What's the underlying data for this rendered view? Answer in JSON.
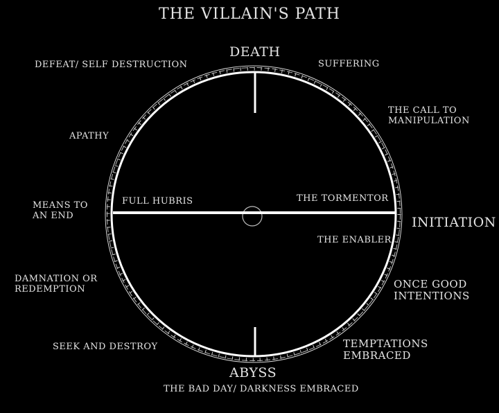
{
  "title": "THE VILLAIN'S PATH",
  "poles": {
    "top": "DEATH",
    "right": "INITIATION",
    "bottom": "ABYSS"
  },
  "stages": [
    {
      "id": "bad-day",
      "label": "THE BAD DAY/ DARKNESS EMBRACED"
    },
    {
      "id": "temptations",
      "label": "TEMPTATIONS\nEMBRACED"
    },
    {
      "id": "once-good",
      "label": "ONCE GOOD\nINTENTIONS"
    },
    {
      "id": "enabler",
      "label": "THE ENABLER"
    },
    {
      "id": "tormentor",
      "label": "THE TORMENTOR"
    },
    {
      "id": "call",
      "label": "THE CALL TO\nMANIPULATION"
    },
    {
      "id": "suffering",
      "label": "SUFFERING"
    },
    {
      "id": "defeat",
      "label": "DEFEAT/ SELF DESTRUCTION"
    },
    {
      "id": "apathy",
      "label": "APATHY"
    },
    {
      "id": "full-hubris",
      "label": "FULL HUBRIS"
    },
    {
      "id": "means",
      "label": "MEANS TO\nAN END"
    },
    {
      "id": "damnation",
      "label": "DAMNATION OR\nREDEMPTION"
    },
    {
      "id": "seek",
      "label": "SEEK AND DESTROY"
    }
  ],
  "colors": {
    "background": "#000000",
    "line": "#ffffff",
    "text": "#e4e4e4"
  }
}
